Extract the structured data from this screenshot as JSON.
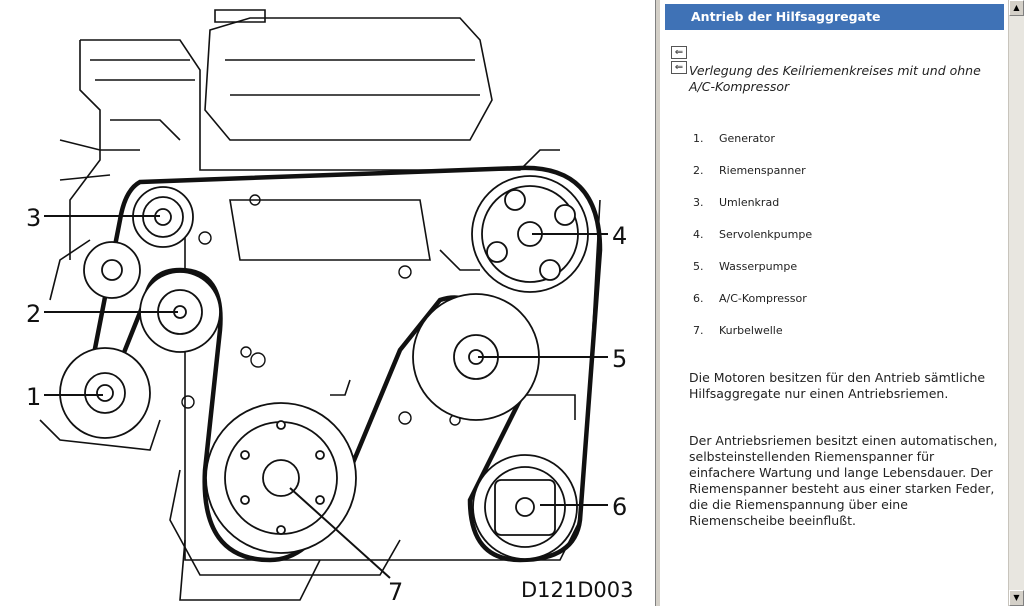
{
  "diagram": {
    "code": "D121D003",
    "callouts": [
      {
        "label": "1"
      },
      {
        "label": "2"
      },
      {
        "label": "3"
      },
      {
        "label": "4"
      },
      {
        "label": "5"
      },
      {
        "label": "6"
      },
      {
        "label": "7"
      }
    ]
  },
  "panel": {
    "header": "Antrieb der Hilfsaggregate",
    "subtitle": "Verlegung des Keilriemenkreises mit und ohne A/C-Kompressor",
    "items": [
      {
        "num": "1.",
        "label": "Generator"
      },
      {
        "num": "2.",
        "label": "Riemenspanner"
      },
      {
        "num": "3.",
        "label": "Umlenkrad"
      },
      {
        "num": "4.",
        "label": "Servolenkpumpe"
      },
      {
        "num": "5.",
        "label": "Wasserpumpe"
      },
      {
        "num": "6.",
        "label": "A/C-Kompressor"
      },
      {
        "num": "7.",
        "label": "Kurbelwelle"
      }
    ],
    "paragraph1": "Die Motoren besitzen für den Antrieb sämtliche Hilfsaggregate nur einen Antriebsriemen.",
    "paragraph2": "Der Antriebsriemen besitzt einen automatischen, selbsteinstellenden Riemenspanner für einfachere Wartung und lange Lebensdauer. Der Riemenspanner besteht aus einer starken Feder, die die Riemenspannung über eine Riemenscheibe beeinflußt."
  },
  "icons": {
    "nav_back": "arrow-left-icon",
    "nav_forward": "arrow-left-icon",
    "scroll_up": "triangle-up-icon",
    "scroll_down": "triangle-down-icon"
  }
}
